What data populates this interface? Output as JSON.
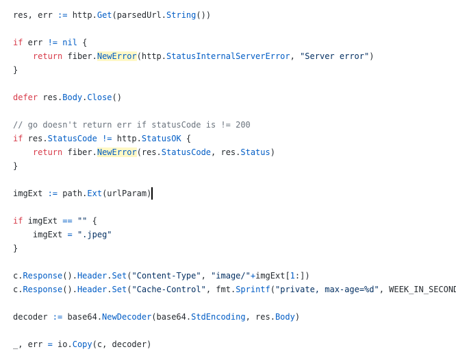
{
  "editor": {
    "cursor_line_index": 13,
    "lines": [
      [
        [
          "res, err ",
          ""
        ],
        [
          ":=",
          "op"
        ],
        [
          " http.",
          ""
        ],
        [
          "Get",
          "fn"
        ],
        [
          "(parsedUrl.",
          ""
        ],
        [
          "String",
          "fn"
        ],
        [
          "())",
          ""
        ]
      ],
      [],
      [
        [
          "if",
          "kw"
        ],
        [
          " err ",
          ""
        ],
        [
          "!=",
          "op"
        ],
        [
          " ",
          ""
        ],
        [
          "nil",
          "fn"
        ],
        [
          " {",
          ""
        ]
      ],
      [
        [
          "    ",
          ""
        ],
        [
          "return",
          "kw"
        ],
        [
          " fiber.",
          ""
        ],
        [
          "NewError",
          "fn hl"
        ],
        [
          "(http.",
          ""
        ],
        [
          "StatusInternalServerError",
          "fn"
        ],
        [
          ", ",
          ""
        ],
        [
          "\"Server error\"",
          "str"
        ],
        [
          ")",
          ""
        ]
      ],
      [
        [
          "}",
          ""
        ]
      ],
      [],
      [
        [
          "defer",
          "kw"
        ],
        [
          " res.",
          ""
        ],
        [
          "Body",
          "fn"
        ],
        [
          ".",
          ""
        ],
        [
          "Close",
          "fn"
        ],
        [
          "()",
          ""
        ]
      ],
      [],
      [
        [
          "// go doesn't return err if statusCode is != 200",
          "com"
        ]
      ],
      [
        [
          "if",
          "kw"
        ],
        [
          " res.",
          ""
        ],
        [
          "StatusCode",
          "fn"
        ],
        [
          " ",
          ""
        ],
        [
          "!=",
          "op"
        ],
        [
          " http.",
          ""
        ],
        [
          "StatusOK",
          "fn"
        ],
        [
          " {",
          ""
        ]
      ],
      [
        [
          "    ",
          ""
        ],
        [
          "return",
          "kw"
        ],
        [
          " fiber.",
          ""
        ],
        [
          "NewError",
          "fn hl"
        ],
        [
          "(res.",
          ""
        ],
        [
          "StatusCode",
          "fn"
        ],
        [
          ", res.",
          ""
        ],
        [
          "Status",
          "fn"
        ],
        [
          ")",
          ""
        ]
      ],
      [
        [
          "}",
          ""
        ]
      ],
      [],
      [
        [
          "imgExt ",
          ""
        ],
        [
          ":=",
          "op"
        ],
        [
          " path.",
          ""
        ],
        [
          "Ext",
          "fn"
        ],
        [
          "(urlParam)",
          ""
        ]
      ],
      [],
      [
        [
          "if",
          "kw"
        ],
        [
          " imgExt ",
          ""
        ],
        [
          "==",
          "op"
        ],
        [
          " ",
          ""
        ],
        [
          "\"\"",
          "str"
        ],
        [
          " {",
          ""
        ]
      ],
      [
        [
          "    imgExt ",
          ""
        ],
        [
          "=",
          "op"
        ],
        [
          " ",
          ""
        ],
        [
          "\".jpeg\"",
          "str"
        ]
      ],
      [
        [
          "}",
          ""
        ]
      ],
      [],
      [
        [
          "c.",
          ""
        ],
        [
          "Response",
          "fn"
        ],
        [
          "().",
          ""
        ],
        [
          "Header",
          "fn"
        ],
        [
          ".",
          ""
        ],
        [
          "Set",
          "fn"
        ],
        [
          "(",
          ""
        ],
        [
          "\"Content-Type\"",
          "str"
        ],
        [
          ", ",
          ""
        ],
        [
          "\"image/\"",
          "str"
        ],
        [
          "+",
          "op"
        ],
        [
          "imgExt[",
          ""
        ],
        [
          "1",
          "num"
        ],
        [
          ":",
          ""
        ],
        [
          "])",
          ""
        ]
      ],
      [
        [
          "c.",
          ""
        ],
        [
          "Response",
          "fn"
        ],
        [
          "().",
          ""
        ],
        [
          "Header",
          "fn"
        ],
        [
          ".",
          ""
        ],
        [
          "Set",
          "fn"
        ],
        [
          "(",
          ""
        ],
        [
          "\"Cache-Control\"",
          "str"
        ],
        [
          ", fmt.",
          ""
        ],
        [
          "Sprintf",
          "fn"
        ],
        [
          "(",
          ""
        ],
        [
          "\"private, max-age=%d\"",
          "str"
        ],
        [
          ", WEEK_IN_SECONDS))",
          ""
        ]
      ],
      [],
      [
        [
          "decoder ",
          ""
        ],
        [
          ":=",
          "op"
        ],
        [
          " base64.",
          ""
        ],
        [
          "NewDecoder",
          "fn"
        ],
        [
          "(base64.",
          ""
        ],
        [
          "StdEncoding",
          "fn"
        ],
        [
          ", res.",
          ""
        ],
        [
          "Body",
          "fn"
        ],
        [
          ")",
          ""
        ]
      ],
      [],
      [
        [
          "_, err ",
          ""
        ],
        [
          "=",
          "op"
        ],
        [
          " io.",
          ""
        ],
        [
          "Copy",
          "fn"
        ],
        [
          "(c, decoder)",
          ""
        ]
      ]
    ]
  }
}
